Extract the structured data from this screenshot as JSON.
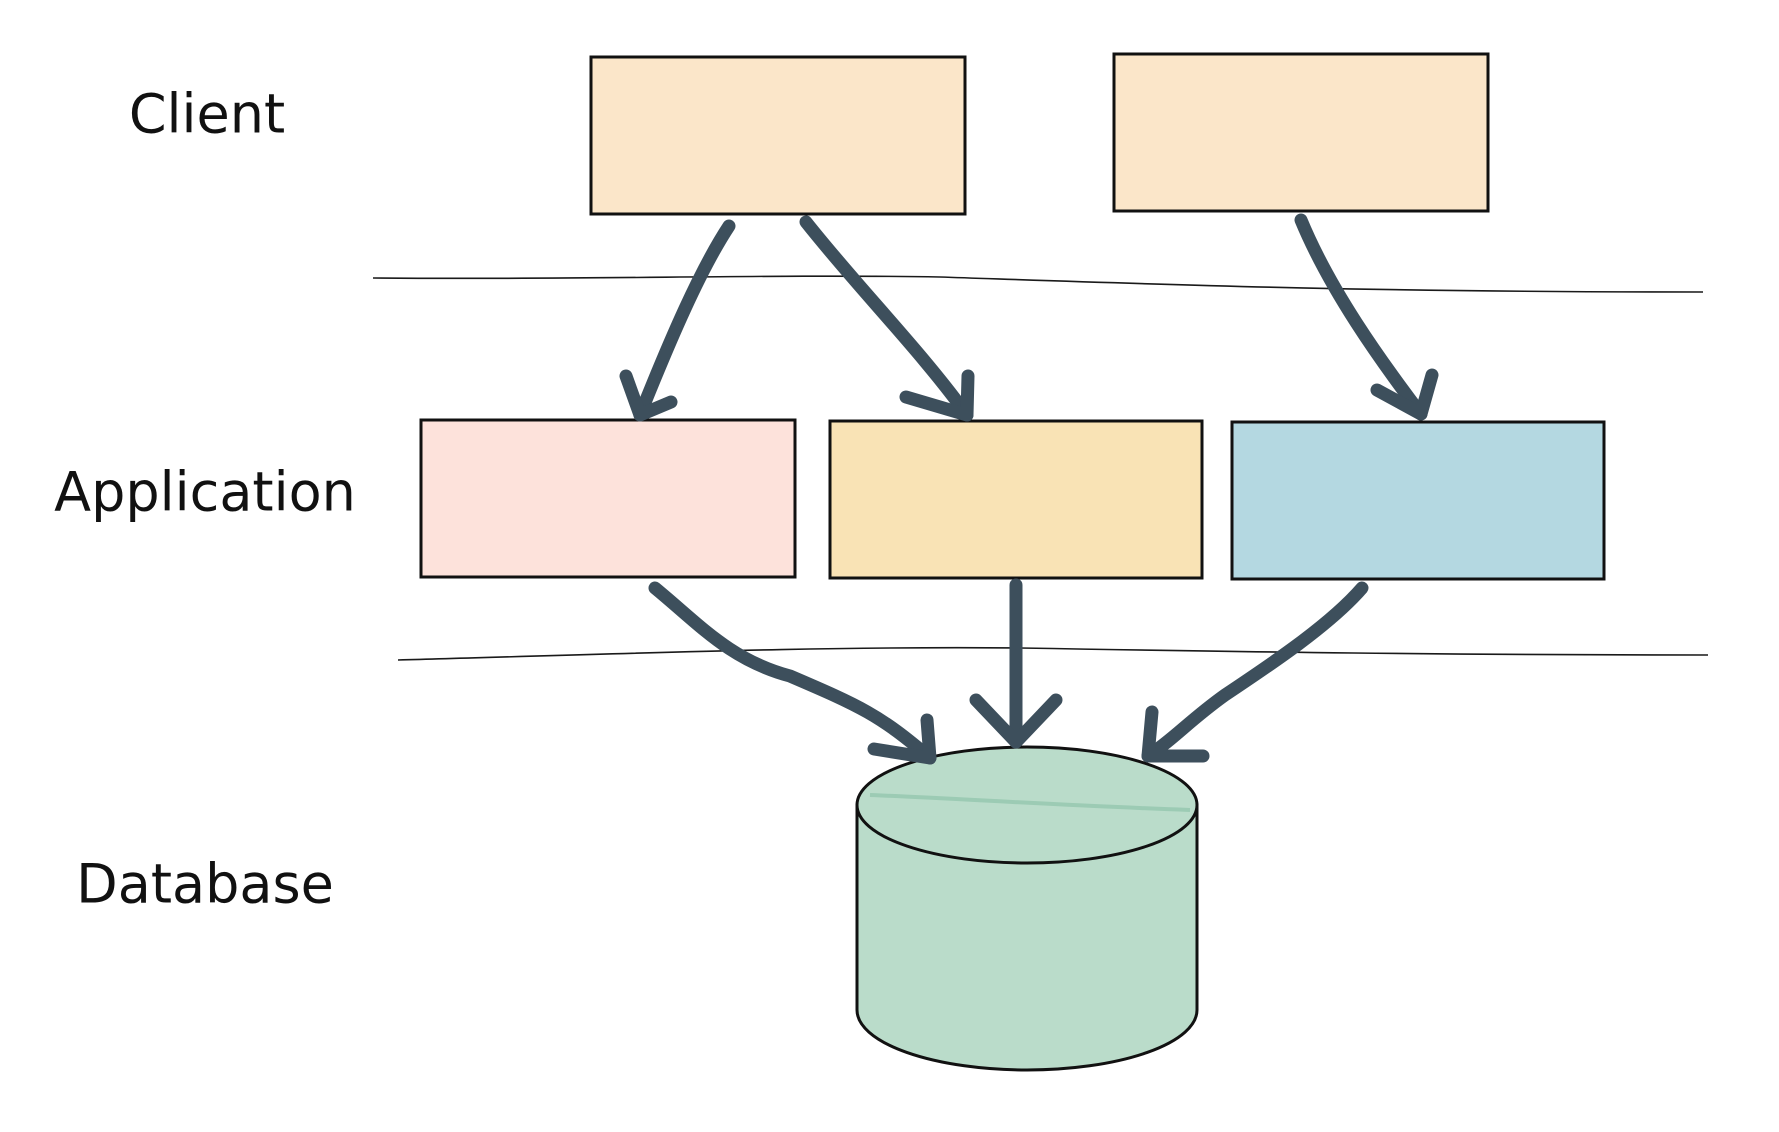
{
  "tiers": {
    "client": "Client",
    "application": "Application",
    "database": "Database"
  },
  "colors": {
    "client_box": "#fbe6c9",
    "app_box_1": "#fde2db",
    "app_box_2": "#f9e3b5",
    "app_box_3": "#b4d8e1",
    "database": "#badcca",
    "arrow": "#3d4f5c",
    "outline": "#111111"
  }
}
